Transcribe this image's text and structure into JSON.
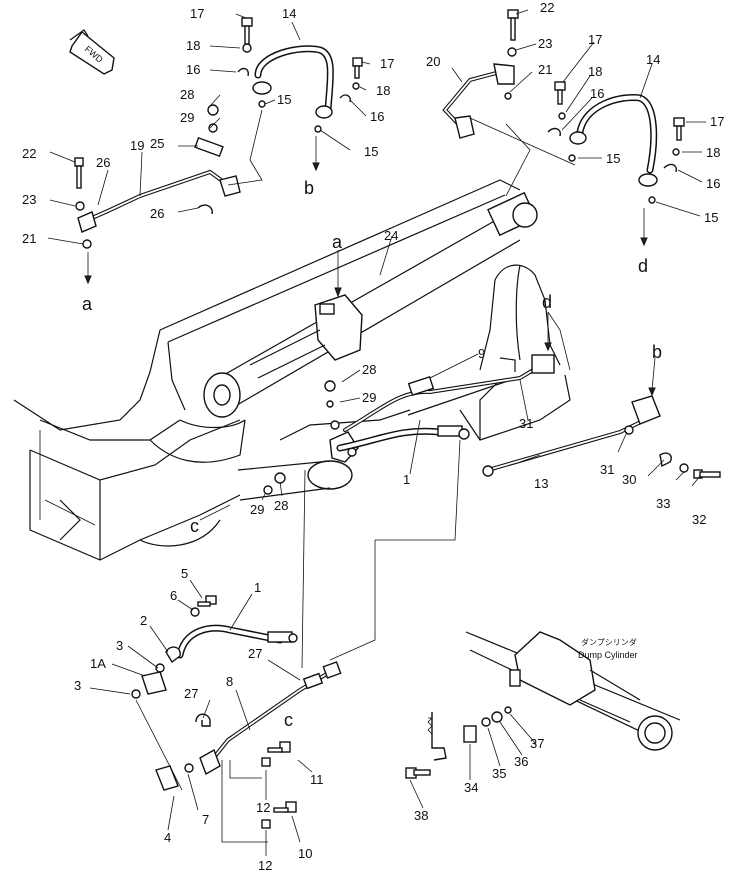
{
  "diagram": {
    "fwd_label": "FWD",
    "dump_cylinder_jp": "ダンプシリンダ",
    "dump_cylinder_en": "Dump Cylinder"
  },
  "callouts": [
    {
      "id": "c17a",
      "text": "17"
    },
    {
      "id": "c14a",
      "text": "14"
    },
    {
      "id": "c18a",
      "text": "18"
    },
    {
      "id": "c16a",
      "text": "16"
    },
    {
      "id": "c28a",
      "text": "28"
    },
    {
      "id": "c29a",
      "text": "29"
    },
    {
      "id": "c15a",
      "text": "15"
    },
    {
      "id": "c17b",
      "text": "17"
    },
    {
      "id": "c18b",
      "text": "18"
    },
    {
      "id": "c16b",
      "text": "16"
    },
    {
      "id": "c15b",
      "text": "15"
    },
    {
      "id": "c22a",
      "text": "22"
    },
    {
      "id": "c26a",
      "text": "26"
    },
    {
      "id": "c19",
      "text": "19"
    },
    {
      "id": "c25",
      "text": "25"
    },
    {
      "id": "c23a",
      "text": "23"
    },
    {
      "id": "c26b",
      "text": "26"
    },
    {
      "id": "c21a",
      "text": "21"
    },
    {
      "id": "c22b",
      "text": "22"
    },
    {
      "id": "c23b",
      "text": "23"
    },
    {
      "id": "c20",
      "text": "20"
    },
    {
      "id": "c21b",
      "text": "21"
    },
    {
      "id": "c17c",
      "text": "17"
    },
    {
      "id": "c18c",
      "text": "18"
    },
    {
      "id": "c16c",
      "text": "16"
    },
    {
      "id": "c14b",
      "text": "14"
    },
    {
      "id": "c17d",
      "text": "17"
    },
    {
      "id": "c15c",
      "text": "15"
    },
    {
      "id": "c18d",
      "text": "18"
    },
    {
      "id": "c16d",
      "text": "16"
    },
    {
      "id": "c15d",
      "text": "15"
    },
    {
      "id": "c24",
      "text": "24"
    },
    {
      "id": "c9",
      "text": "9"
    },
    {
      "id": "c28b",
      "text": "28"
    },
    {
      "id": "c29b",
      "text": "29"
    },
    {
      "id": "c31a",
      "text": "31"
    },
    {
      "id": "c1a",
      "text": "1"
    },
    {
      "id": "c13",
      "text": "13"
    },
    {
      "id": "c31b",
      "text": "31"
    },
    {
      "id": "c30",
      "text": "30"
    },
    {
      "id": "c33",
      "text": "33"
    },
    {
      "id": "c32",
      "text": "32"
    },
    {
      "id": "c29c",
      "text": "29"
    },
    {
      "id": "c28c",
      "text": "28"
    },
    {
      "id": "c5",
      "text": "5"
    },
    {
      "id": "c6",
      "text": "6"
    },
    {
      "id": "c1b",
      "text": "1"
    },
    {
      "id": "c2",
      "text": "2"
    },
    {
      "id": "c3a",
      "text": "3"
    },
    {
      "id": "c1A",
      "text": "1A"
    },
    {
      "id": "c3b",
      "text": "3"
    },
    {
      "id": "c27a",
      "text": "27"
    },
    {
      "id": "c8",
      "text": "8"
    },
    {
      "id": "c27b",
      "text": "27"
    },
    {
      "id": "c11",
      "text": "11"
    },
    {
      "id": "c12a",
      "text": "12"
    },
    {
      "id": "c4",
      "text": "4"
    },
    {
      "id": "c7",
      "text": "7"
    },
    {
      "id": "c10",
      "text": "10"
    },
    {
      "id": "c12b",
      "text": "12"
    },
    {
      "id": "c34",
      "text": "34"
    },
    {
      "id": "c35",
      "text": "35"
    },
    {
      "id": "c36",
      "text": "36"
    },
    {
      "id": "c37",
      "text": "37"
    },
    {
      "id": "c38",
      "text": "38"
    }
  ],
  "refs": [
    {
      "id": "ra1",
      "text": "a"
    },
    {
      "id": "ra2",
      "text": "a"
    },
    {
      "id": "rb1",
      "text": "b"
    },
    {
      "id": "rb2",
      "text": "b"
    },
    {
      "id": "rd1",
      "text": "d"
    },
    {
      "id": "rd2",
      "text": "d"
    },
    {
      "id": "rc1",
      "text": "c"
    },
    {
      "id": "rc2",
      "text": "c"
    }
  ]
}
